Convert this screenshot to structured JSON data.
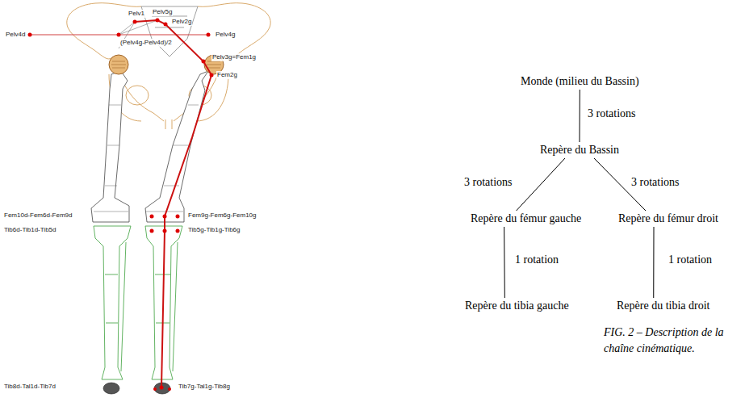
{
  "diagram": {
    "caption": "FIG. 2 – Description de la chaîne cinématique.",
    "nodes": [
      {
        "text": [
          "Monde (milieu du Bassin)"
        ]
      },
      {
        "text": [
          "Repère du Bassin"
        ]
      },
      {
        "text": [
          "Repère du fémur gauche"
        ]
      },
      {
        "text": [
          "Repère du fémur droit"
        ]
      },
      {
        "text": [
          "Repère du tibia gauche"
        ]
      },
      {
        "text": [
          "Repère du tibia droit"
        ]
      }
    ],
    "edges": [
      {
        "from": 0,
        "to": 1,
        "arrow": "none",
        "label": "3 rotations"
      },
      {
        "from": 1,
        "to": 2,
        "arrow": "none",
        "label": "3 rotations"
      },
      {
        "from": 1,
        "to": 3,
        "arrow": "none",
        "label": "3 rotations"
      },
      {
        "from": 2,
        "to": 4,
        "arrow": "none",
        "label": "1 rotation"
      },
      {
        "from": 3,
        "to": 5,
        "arrow": "none",
        "label": "1 rotation"
      }
    ],
    "labels": [
      "Pelv1",
      "Pelv5g",
      "Pelv2g",
      "Pelv4d",
      "(Pelv4g-Pelv4d)/2",
      "Pelv4g",
      "Pelv3g=Fem1g",
      "Fem2g",
      "Fem10d-Fem6d-Fem9d",
      "Tib6d-Tib1d-Tib5d",
      "Fem9g-Fem6g-Fem10g",
      "Tib5g-Tib1g-Tib6g",
      "Tib8d-Tal1d-Tib7d",
      "Tib7g-Tal1g-Tib8g"
    ]
  }
}
